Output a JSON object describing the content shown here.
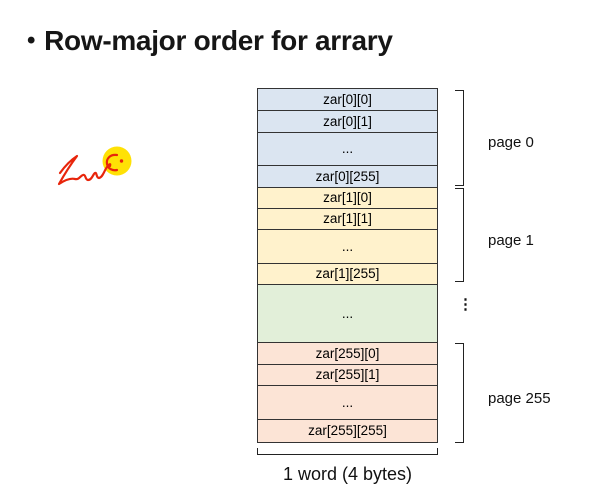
{
  "slide": {
    "bullet": "•",
    "title": "Row-major order for arrary"
  },
  "annotation": {
    "handwriting": "Zar",
    "mark": "C·",
    "ink_color": "#e8250b",
    "highlight_color": "#ffe105"
  },
  "memory_table": {
    "border_color": "#333333",
    "sections": [
      {
        "name": "page-0",
        "fill": "#dbe5f1",
        "page_label": "page 0",
        "rows": [
          {
            "label": "zar[0][0]",
            "h": 22
          },
          {
            "label": "zar[0][1]",
            "h": 22
          },
          {
            "label": "...",
            "h": 33
          },
          {
            "label": "zar[0][255]",
            "h": 22
          }
        ]
      },
      {
        "name": "page-1",
        "fill": "#fff2cc",
        "page_label": "page 1",
        "rows": [
          {
            "label": "zar[1][0]",
            "h": 21
          },
          {
            "label": "zar[1][1]",
            "h": 21
          },
          {
            "label": "...",
            "h": 34
          },
          {
            "label": "zar[1][255]",
            "h": 21
          }
        ]
      },
      {
        "name": "middle-gap",
        "fill": "#e2efd9",
        "page_label": null,
        "rows": [
          {
            "label": "...",
            "h": 58
          }
        ]
      },
      {
        "name": "page-255",
        "fill": "#fce4d6",
        "page_label": "page 255",
        "rows": [
          {
            "label": "zar[255][0]",
            "h": 22
          },
          {
            "label": "zar[255][1]",
            "h": 21
          },
          {
            "label": "...",
            "h": 34
          },
          {
            "label": "zar[255][255]",
            "h": 22
          }
        ]
      }
    ]
  },
  "side_labels": {
    "ellipsis": "⋮"
  },
  "footer": {
    "width_label": "1 word (4 bytes)"
  }
}
